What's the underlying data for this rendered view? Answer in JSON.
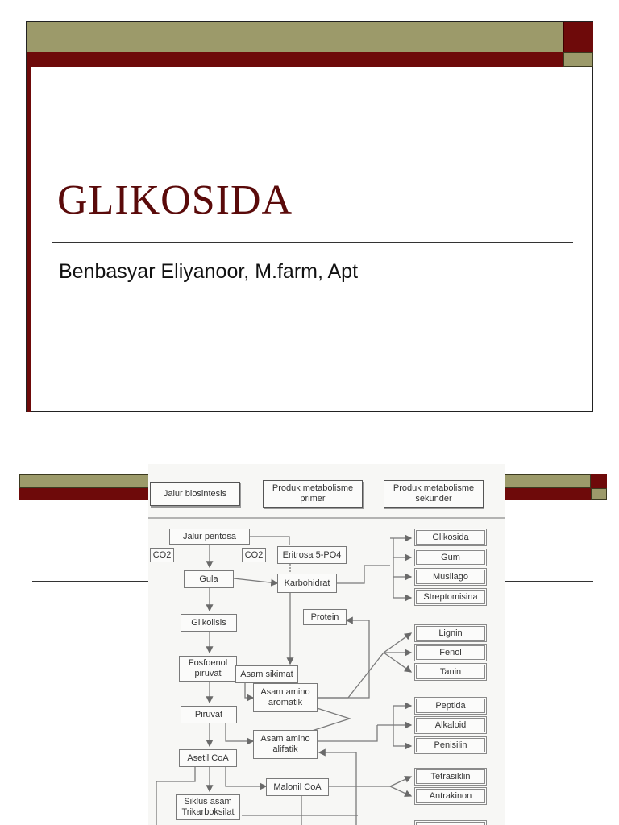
{
  "slide1": {
    "title": "GLIKOSIDA",
    "subtitle": "Benbasyar Eliyanoor, M.farm, Apt"
  },
  "diagram": {
    "headers": {
      "pathway": "Jalur biosintesis",
      "primary": "Produk metabolisme\nprimer",
      "secondary": "Produk metabolisme\nsekunder"
    },
    "pathway": {
      "pentosa": "Jalur pentosa",
      "co2_left": "CO2",
      "co2_right": "CO2",
      "gula": "Gula",
      "glikolisis": "Glikolisis",
      "fosfoenol": "Fosfoenol\npiruvat",
      "piruvat": "Piruvat",
      "asetil": "Asetil CoA",
      "siklus": "Siklus asam\nTrikarboksilat"
    },
    "primary": {
      "eritrosa": "Eritrosa 5-PO4",
      "karbohidrat": "Karbohidrat",
      "protein": "Protein",
      "sikimat": "Asam sikimat",
      "aromatik": "Asam amino\naromatik",
      "alifatik": "Asam amino\nalifatik",
      "malonil": "Malonil CoA"
    },
    "secondary": [
      "Glikosida",
      "Gum",
      "Musilago",
      "Streptomisina",
      "Lignin",
      "Fenol",
      "Tanin",
      "Peptida",
      "Alkaloid",
      "Penisilin",
      "Tetrasiklin",
      "Antrakinon"
    ]
  }
}
